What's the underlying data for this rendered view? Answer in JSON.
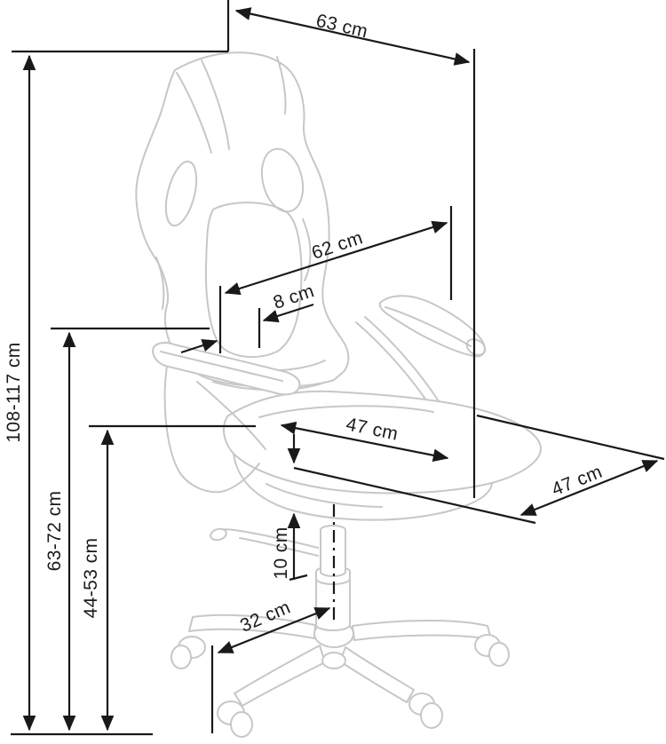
{
  "page": {
    "background_color": "#ffffff"
  },
  "diagram": {
    "subject": "office-gaming-chair-dimension-line-drawing",
    "unit": "cm",
    "annotation_color": "#191919",
    "sketch_color": "#c7c7c7",
    "dimensions": {
      "top_width": {
        "label": "63 cm"
      },
      "total_height": {
        "label": "108-117 cm"
      },
      "armrest_height": {
        "label": "63-72 cm"
      },
      "seat_height": {
        "label": "44-53 cm"
      },
      "backrest_height": {
        "label": "62 cm"
      },
      "backrest_seat_offset": {
        "label": "8 cm"
      },
      "seat_width": {
        "label": "47 cm"
      },
      "seat_depth": {
        "label": "47 cm"
      },
      "gas_lift_stroke": {
        "label": "10 cm"
      },
      "base_leg_length": {
        "label": "32 cm"
      }
    }
  }
}
